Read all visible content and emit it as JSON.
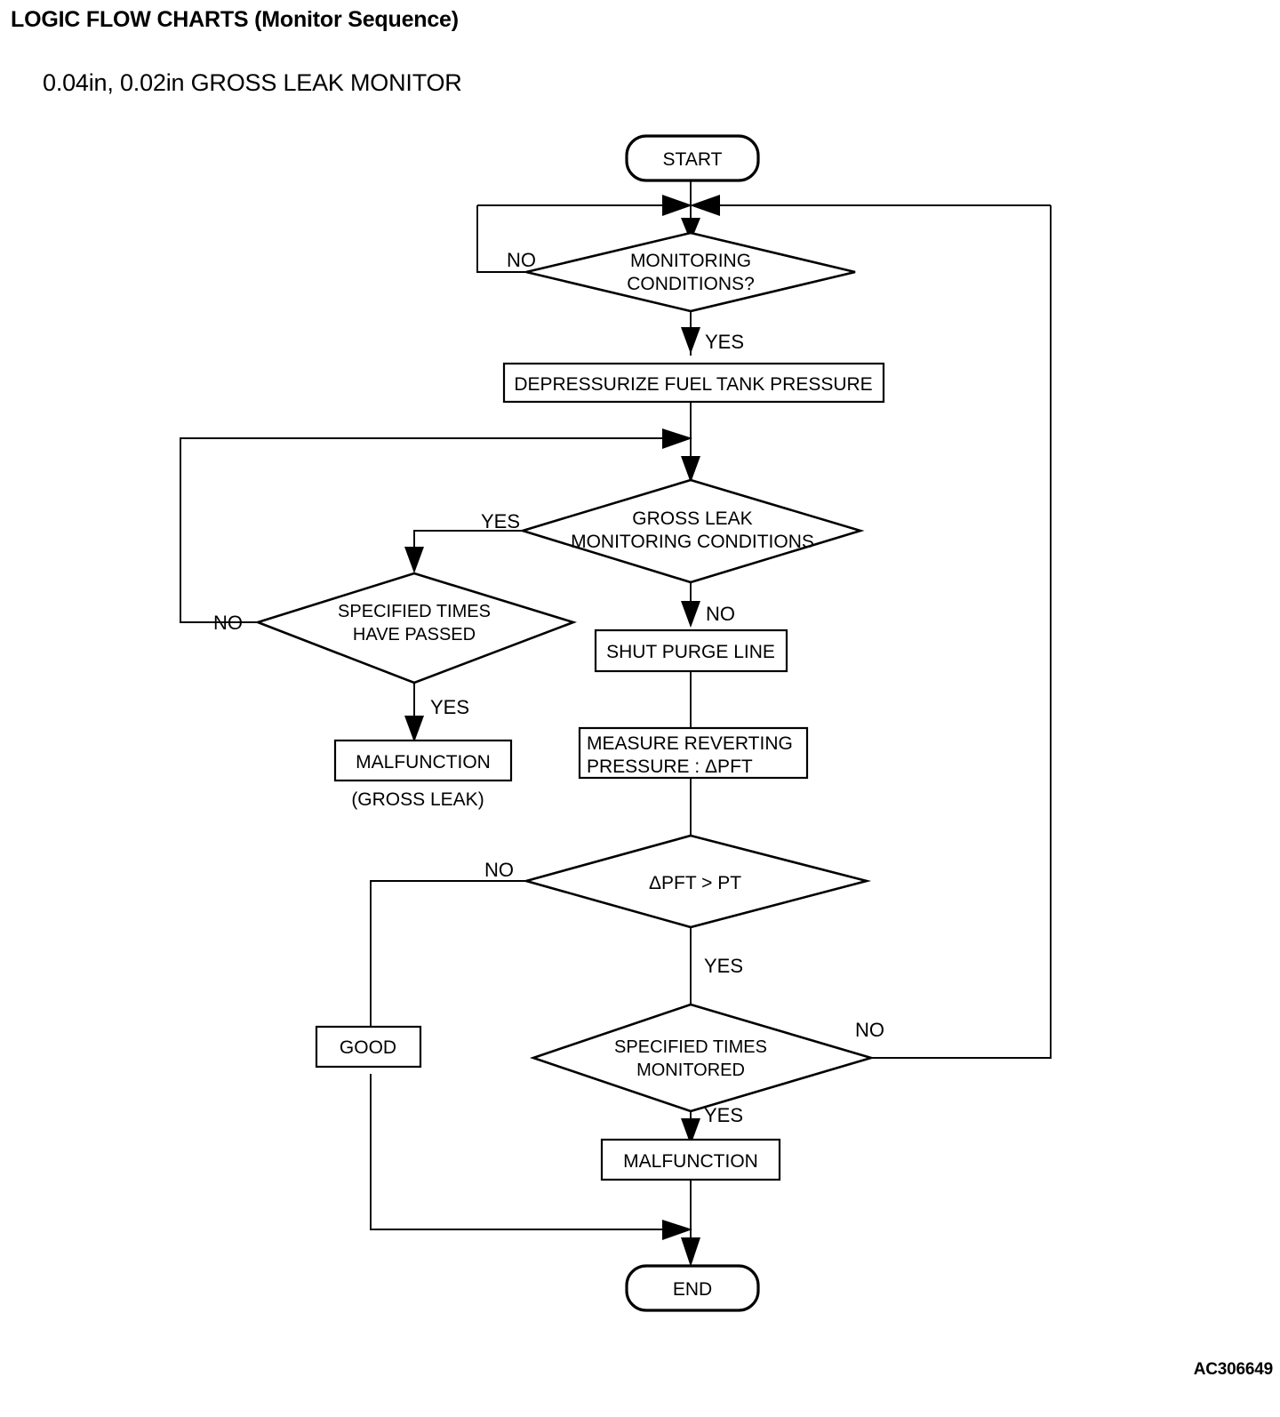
{
  "header": {
    "title": "LOGIC FLOW CHARTS (Monitor Sequence)",
    "subtitle": "0.04in, 0.02in GROSS LEAK MONITOR"
  },
  "footer": {
    "code": "AC306649"
  },
  "chart_data": {
    "type": "diagram",
    "title": "0.04in, 0.02in GROSS LEAK MONITOR",
    "nodes": [
      {
        "id": "start",
        "shape": "terminator",
        "text": "START"
      },
      {
        "id": "mon_cond",
        "shape": "decision",
        "text_line1": "MONITORING",
        "text_line2": "CONDITIONS?"
      },
      {
        "id": "depress",
        "shape": "process",
        "text": "DEPRESSURIZE FUEL TANK PRESSURE"
      },
      {
        "id": "gross_cond",
        "shape": "decision",
        "text_line1": "GROSS LEAK",
        "text_line2": "MONITORING CONDITIONS"
      },
      {
        "id": "times_passed",
        "shape": "decision",
        "text_line1": "SPECIFIED TIMES",
        "text_line2": "HAVE PASSED"
      },
      {
        "id": "malf_gross",
        "shape": "process",
        "text": "MALFUNCTION",
        "caption": "(GROSS LEAK)"
      },
      {
        "id": "shut_purge",
        "shape": "process",
        "text": "SHUT PURGE LINE"
      },
      {
        "id": "measure",
        "shape": "process",
        "text_line1": "MEASURE REVERTING",
        "text_line2": "PRESSURE : ΔPFT"
      },
      {
        "id": "pft_gt_pt",
        "shape": "decision",
        "text": "ΔPFT > PT"
      },
      {
        "id": "good",
        "shape": "process",
        "text": "GOOD"
      },
      {
        "id": "times_mon",
        "shape": "decision",
        "text_line1": "SPECIFIED TIMES",
        "text_line2": "MONITORED"
      },
      {
        "id": "malf",
        "shape": "process",
        "text": "MALFUNCTION"
      },
      {
        "id": "end",
        "shape": "terminator",
        "text": "END"
      }
    ],
    "edge_labels": {
      "mon_cond_no": "NO",
      "mon_cond_yes": "YES",
      "gross_cond_yes": "YES",
      "gross_cond_no": "NO",
      "times_passed_no": "NO",
      "times_passed_yes": "YES",
      "pft_no": "NO",
      "pft_yes": "YES",
      "times_mon_no": "NO",
      "times_mon_yes": "YES"
    },
    "edges": [
      {
        "from": "start",
        "to": "mon_cond",
        "label": ""
      },
      {
        "from": "mon_cond",
        "to": "start_join",
        "label": "NO"
      },
      {
        "from": "mon_cond",
        "to": "depress",
        "label": "YES"
      },
      {
        "from": "depress",
        "to": "gross_cond",
        "label": ""
      },
      {
        "from": "gross_cond",
        "to": "times_passed",
        "label": "YES"
      },
      {
        "from": "gross_cond",
        "to": "shut_purge",
        "label": "NO"
      },
      {
        "from": "times_passed",
        "to": "gross_cond",
        "label": "NO"
      },
      {
        "from": "times_passed",
        "to": "malf_gross",
        "label": "YES"
      },
      {
        "from": "shut_purge",
        "to": "measure",
        "label": ""
      },
      {
        "from": "measure",
        "to": "pft_gt_pt",
        "label": ""
      },
      {
        "from": "pft_gt_pt",
        "to": "good",
        "label": "NO"
      },
      {
        "from": "pft_gt_pt",
        "to": "times_mon",
        "label": "YES"
      },
      {
        "from": "times_mon",
        "to": "start_join",
        "label": "NO"
      },
      {
        "from": "times_mon",
        "to": "malf",
        "label": "YES"
      },
      {
        "from": "malf",
        "to": "end",
        "label": ""
      },
      {
        "from": "good",
        "to": "end",
        "label": ""
      }
    ],
    "colors": {
      "stroke": "#000000",
      "fill": "#ffffff",
      "text": "#000000"
    }
  }
}
